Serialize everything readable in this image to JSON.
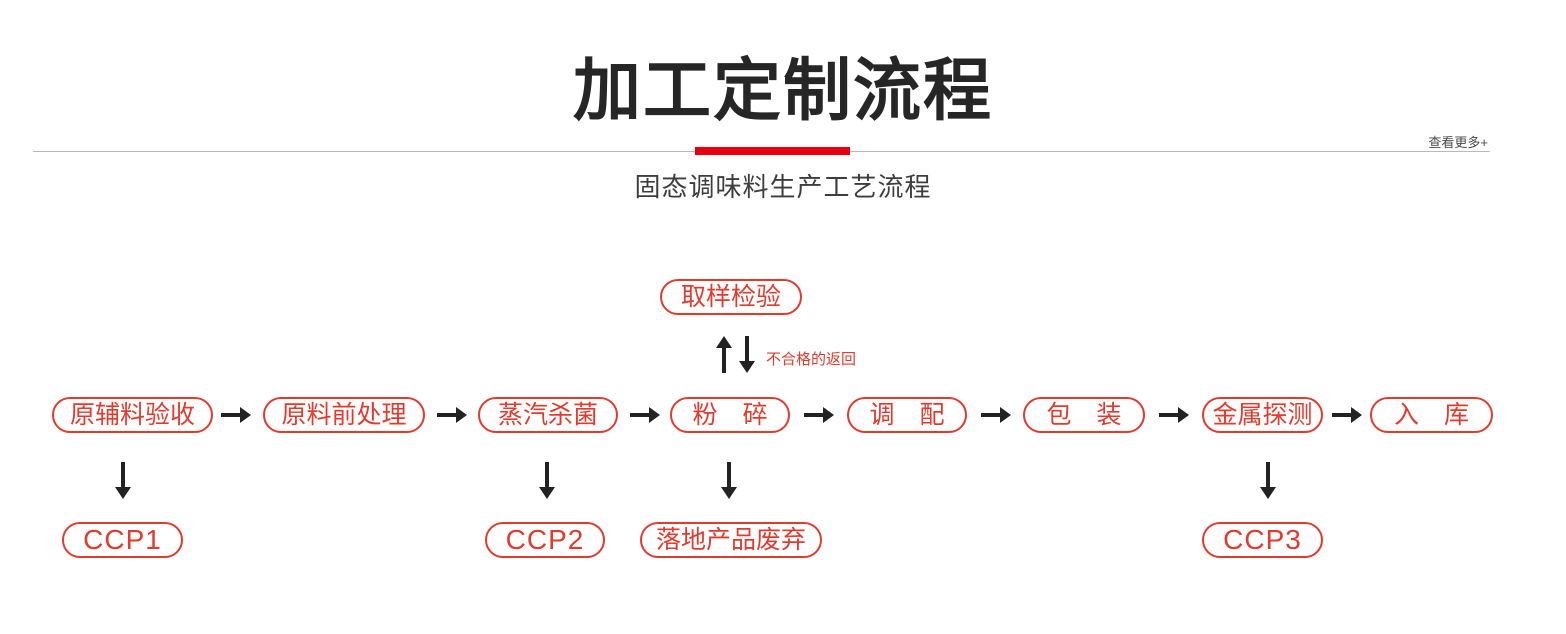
{
  "page": {
    "title": "加工定制流程",
    "subtitle": "固态调味料生产工艺流程",
    "view_more": "查看更多+"
  },
  "colors": {
    "accent_red": "#e60012",
    "flow_red": "#e23b2e",
    "arrow_black": "#222222"
  },
  "flow": {
    "sampling_label": "取样检验",
    "return_label": "不合格的返回",
    "main_steps": [
      "原辅料验收",
      "原料前处理",
      "蒸汽杀菌",
      "粉　碎",
      "调　配",
      "包　装",
      "金属探测",
      "入　库"
    ],
    "ccp_nodes": [
      "CCP1",
      "CCP2",
      "落地产品废弃",
      "CCP3"
    ]
  }
}
